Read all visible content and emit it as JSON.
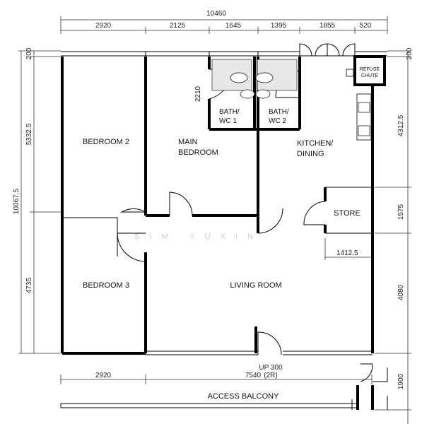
{
  "dimensions": {
    "top_total": "10460",
    "top_segments": [
      "2920",
      "2125",
      "1645",
      "1395",
      "1855",
      "520"
    ],
    "left_total": "10067.5",
    "left_segments": [
      "200",
      "5332.5",
      "4735"
    ],
    "right_segments": [
      "200",
      "4312.5",
      "1575",
      "4080",
      "1900"
    ],
    "bath_depth": "2210",
    "store_width": "1412.5",
    "bottom_left": "2920",
    "bottom_right": "7540"
  },
  "rooms": {
    "bedroom2": "BEDROOM 2",
    "main_bedroom_1": "MAIN",
    "main_bedroom_2": "BEDROOM",
    "bath1_1": "BATH/",
    "bath1_2": "WC 1",
    "bath2_1": "BATH/",
    "bath2_2": "WC 2",
    "kitchen_1": "KITCHEN/",
    "kitchen_2": "DINING",
    "store": "STORE",
    "bedroom3": "BEDROOM 3",
    "living": "LIVING ROOM",
    "refuse_1": "REFUSE",
    "refuse_2": "CHUTE",
    "access": "ACCESS BALCONY"
  },
  "stairs": {
    "label": "UP 300",
    "sub": "(2R)"
  },
  "watermark": "SIM YUXIN"
}
